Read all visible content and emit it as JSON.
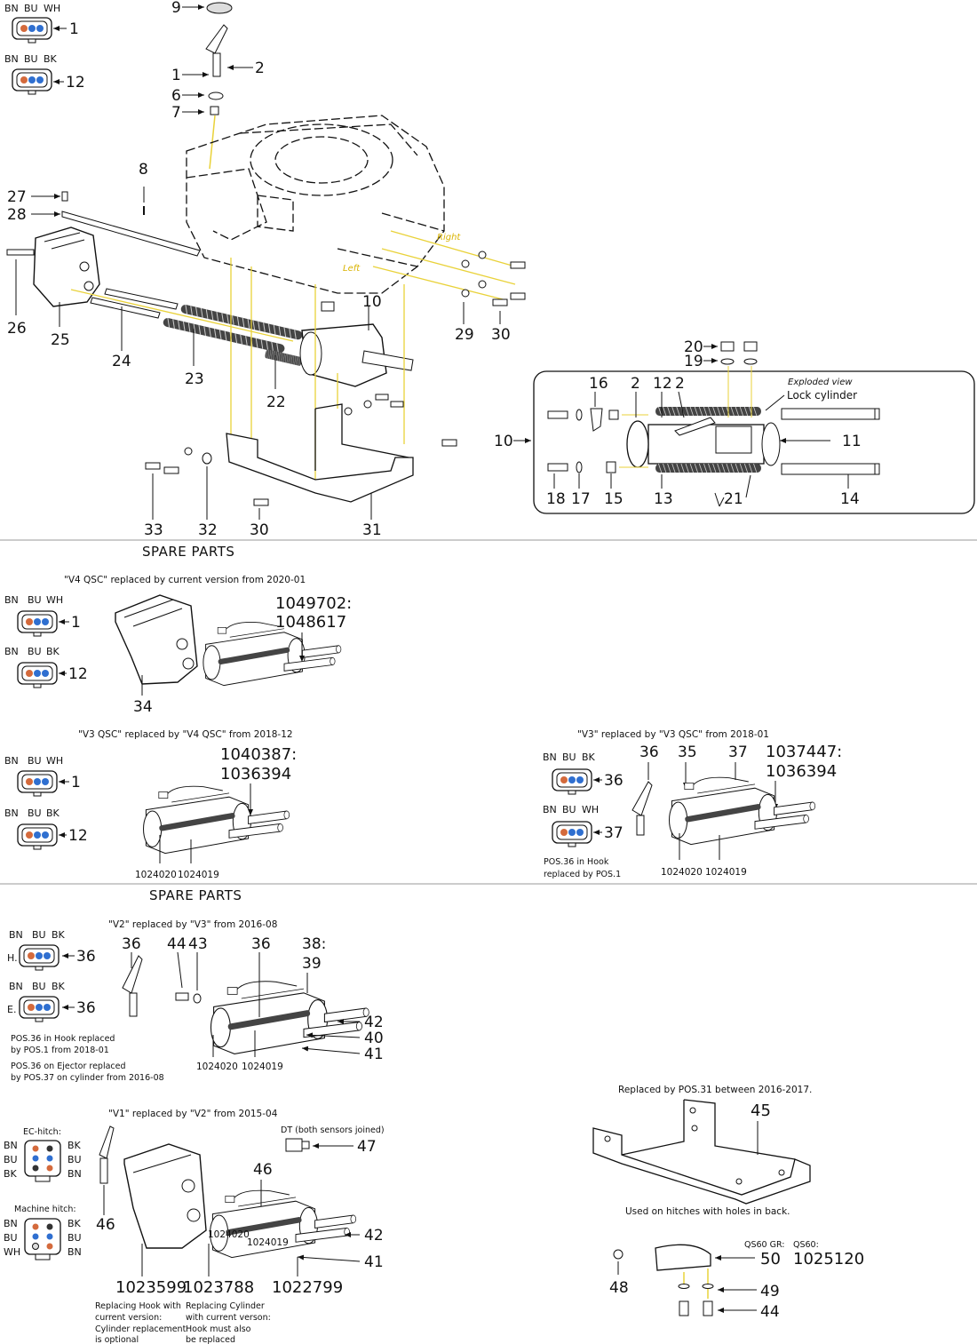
{
  "top": {
    "connectors": {
      "c1": {
        "wires": [
          "BN",
          "BU",
          "WH"
        ],
        "pos": "1"
      },
      "c12": {
        "wires": [
          "BN",
          "BU",
          "BK"
        ],
        "pos": "12"
      }
    },
    "labels": {
      "l9": "9",
      "l2": "2",
      "l1": "1",
      "l6": "6",
      "l7": "7",
      "l8": "8",
      "l27": "27",
      "l28": "28",
      "l26": "26",
      "l25": "25",
      "l24": "24",
      "l23": "23",
      "l22": "22",
      "l10": "10",
      "l29": "29",
      "l30a": "30",
      "l33": "33",
      "l32": "32",
      "l30b": "30",
      "l31": "31"
    },
    "hitch_text": {
      "right": "Right",
      "left": "Left"
    },
    "exploded": {
      "title": "Exploded view",
      "subtitle": "Lock cylinder",
      "callout": "10",
      "labels": {
        "l20": "20",
        "l19": "19",
        "l16": "16",
        "l2a": "2",
        "l12": "12",
        "l2b": "2",
        "l11": "11",
        "l18": "18",
        "l17": "17",
        "l15": "15",
        "l13": "13",
        "l21": "21",
        "l14": "14"
      }
    }
  },
  "section1": {
    "header": "SPARE PARTS",
    "v4": {
      "caption": "\"V4 QSC\" replaced by current version from 2020-01",
      "c1": {
        "wires": [
          "BN",
          "BU",
          "WH"
        ],
        "pos": "1"
      },
      "c12": {
        "wires": [
          "BN",
          "BU",
          "BK"
        ],
        "pos": "12"
      },
      "pn1": "1049702:",
      "pn2": "1048617",
      "l34": "34"
    },
    "v3qsc": {
      "caption": "\"V3 QSC\" replaced by \"V4 QSC\" from 2018-12",
      "c1": {
        "wires": [
          "BN",
          "BU",
          "WH"
        ],
        "pos": "1"
      },
      "c12": {
        "wires": [
          "BN",
          "BU",
          "BK"
        ],
        "pos": "12"
      },
      "pn1": "1040387:",
      "pn2": "1036394",
      "sub1": "1024020",
      "sub2": "1024019"
    },
    "v3": {
      "caption": "\"V3\" replaced by \"V3 QSC\" from 2018-01",
      "c36": {
        "wires": [
          "BN",
          "BU",
          "BK"
        ],
        "pos": "36"
      },
      "c37": {
        "wires": [
          "BN",
          "BU",
          "WH"
        ],
        "pos": "37"
      },
      "note1": "POS.36 in Hook",
      "note2": "replaced by POS.1",
      "l36": "36",
      "l35": "35",
      "l37": "37",
      "pn1": "1037447:",
      "pn2": "1036394",
      "sub1": "1024020",
      "sub2": "1024019"
    }
  },
  "section2": {
    "header": "SPARE PARTS",
    "v2": {
      "caption": "\"V2\" replaced by \"V3\" from 2016-08",
      "cH": {
        "wires": [
          "BN",
          "BU",
          "BK"
        ],
        "prefix": "H.",
        "pos": "36"
      },
      "cE": {
        "wires": [
          "BN",
          "BU",
          "BK"
        ],
        "prefix": "E.",
        "pos": "36"
      },
      "notes": [
        "POS.36 in Hook replaced",
        "by POS.1 from 2018-01",
        "POS.36 on Ejector replaced",
        "by POS.37 on cylinder from 2016-08"
      ],
      "l36a": "36",
      "l44": "44",
      "l43": "43",
      "l36b": "36",
      "l38": "38:",
      "l39": "39",
      "l42": "42",
      "l40": "40",
      "l41": "41",
      "sub1": "1024020",
      "sub2": "1024019"
    },
    "v1": {
      "caption": "\"V1\" replaced by \"V2\" from 2015-04",
      "ec_label": "EC-hitch:",
      "ec_left": [
        "BN",
        "BU",
        "BK"
      ],
      "ec_right": [
        "BK",
        "BU",
        "BN"
      ],
      "mh_label": "Machine hitch:",
      "mh_left": [
        "BN",
        "BU",
        "WH"
      ],
      "mh_right": [
        "BK",
        "BU",
        "BN"
      ],
      "dt_label": "DT (both sensors joined)",
      "l47": "47",
      "l46a": "46",
      "l46b": "46",
      "l42": "42",
      "l41": "41",
      "sub1": "1024020",
      "sub2": "1024019",
      "pnA": "1023599",
      "pnB": "1023788",
      "pnC": "1022799",
      "noteA": [
        "Replacing Hook with",
        "current version:",
        "Cylinder replacement",
        "is optional"
      ],
      "noteB": [
        "Replacing Cylinder",
        "with current verson:",
        "Hook must also",
        "be replaced"
      ]
    },
    "plate45": {
      "caption": "Replaced by POS.31 between 2016-2017.",
      "l45": "45",
      "footer": "Used on hitches with holes in back."
    },
    "qs60": {
      "l48": "48",
      "gr_label": "QS60 GR:",
      "qs_label": "QS60:",
      "l50": "50",
      "pn": "1025120",
      "l49": "49",
      "l44": "44"
    }
  }
}
